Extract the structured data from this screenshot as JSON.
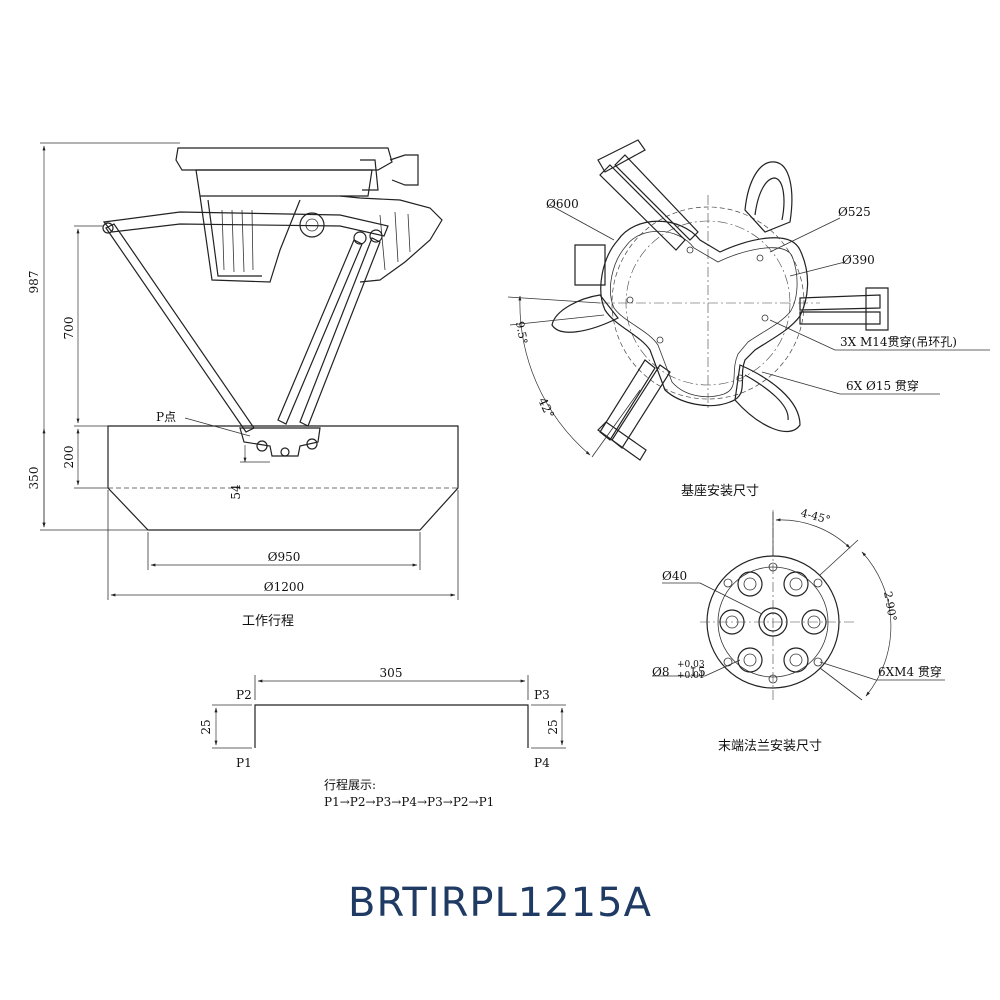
{
  "title": "BRTIRPL1215A",
  "side_view": {
    "dim_987": "987",
    "dim_700": "700",
    "dim_200": "200",
    "dim_350": "350",
    "dim_54": "54",
    "p_point": "P点",
    "dia_950": "Ø950",
    "dia_1200": "Ø1200",
    "caption": "工作行程"
  },
  "base_view": {
    "dia_600": "Ø600",
    "dia_525": "Ø525",
    "dia_390": "Ø390",
    "angle_9_5": "9.5°",
    "angle_42": "42°",
    "hole_m14": "3X M14贯穿(吊环孔)",
    "hole_15": "6X Ø15 贯穿",
    "caption": "基座安装尺寸"
  },
  "flange_view": {
    "angle_4x45": "4-45°",
    "angle_2x90": "2-90°",
    "dia_40": "Ø40",
    "dia_8": "Ø8",
    "tol_upper": "+0.03",
    "tol_lower": "+0.01",
    "depth": "↧5",
    "hole_m4": "6XM4 贯穿",
    "caption": "末端法兰安装尺寸"
  },
  "path_view": {
    "dim_305": "305",
    "dim_25_left": "25",
    "dim_25_right": "25",
    "p1": "P1",
    "p2": "P2",
    "p3": "P3",
    "p4": "P4",
    "caption": "行程展示:",
    "sequence": "P1→P2→P3→P4→P3→P2→P1"
  }
}
